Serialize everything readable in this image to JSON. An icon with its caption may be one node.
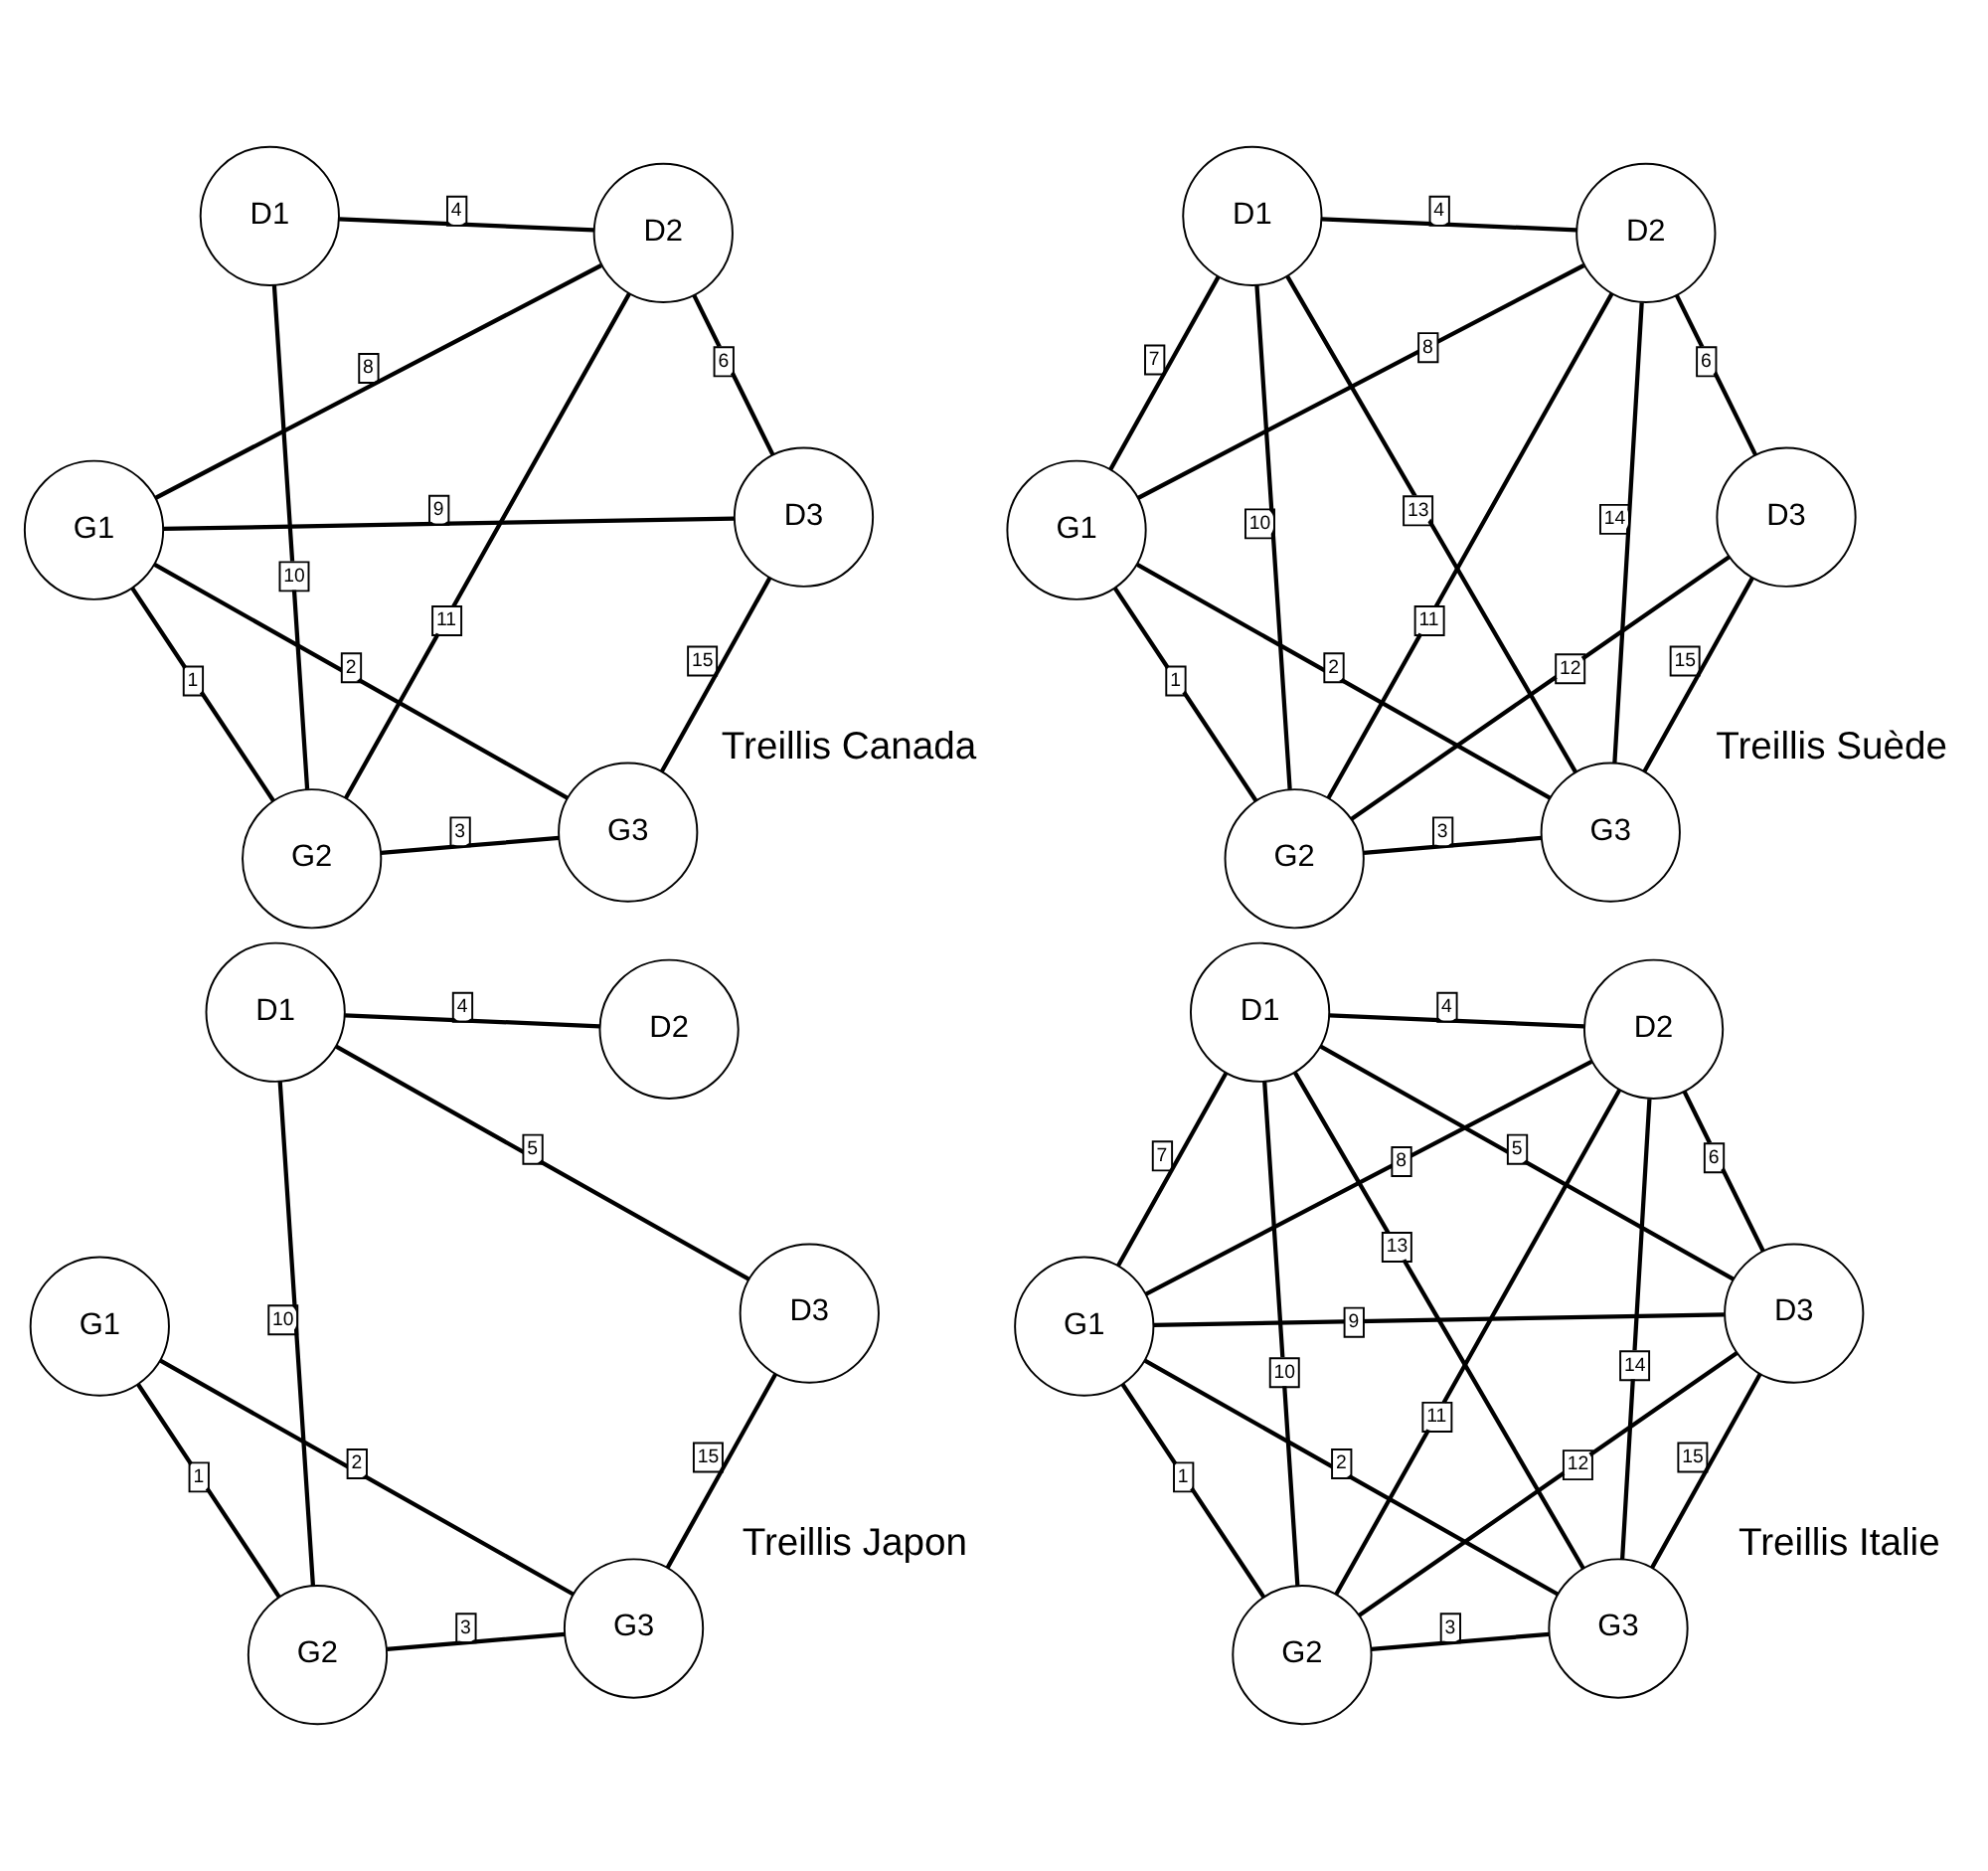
{
  "diagram": {
    "nodes": [
      {
        "text": [
          "G1"
        ]
      },
      {
        "text": [
          "D1"
        ]
      },
      {
        "text": [
          "G2"
        ]
      },
      {
        "text": [
          "D2"
        ]
      },
      {
        "text": [
          "G3"
        ]
      },
      {
        "text": [
          "D3"
        ]
      },
      {
        "text": [
          "G1"
        ]
      },
      {
        "text": [
          "D1"
        ]
      },
      {
        "text": [
          "G2"
        ]
      },
      {
        "text": [
          "D2"
        ]
      },
      {
        "text": [
          "G3"
        ]
      },
      {
        "text": [
          "D3"
        ]
      },
      {
        "text": [
          "G1"
        ]
      },
      {
        "text": [
          "D1"
        ]
      },
      {
        "text": [
          "G2"
        ]
      },
      {
        "text": [
          "D2"
        ]
      },
      {
        "text": [
          "G3"
        ]
      },
      {
        "text": [
          "D3"
        ]
      },
      {
        "text": [
          "G1"
        ]
      },
      {
        "text": [
          "D1"
        ]
      },
      {
        "text": [
          "G2"
        ]
      },
      {
        "text": [
          "D2"
        ]
      },
      {
        "text": [
          "G3"
        ]
      },
      {
        "text": [
          "D3"
        ]
      }
    ],
    "edges": [
      {
        "from": 0,
        "to": 2,
        "arrow": "none",
        "label": "1"
      },
      {
        "from": 0,
        "to": 4,
        "arrow": "none",
        "label": "2"
      },
      {
        "from": 2,
        "to": 4,
        "arrow": "none",
        "label": "3"
      },
      {
        "from": 1,
        "to": 3,
        "arrow": "none",
        "label": "4"
      },
      {
        "from": 1,
        "to": 5,
        "arrow": "none",
        "label": "5"
      },
      {
        "from": 3,
        "to": 5,
        "arrow": "none",
        "label": "6"
      },
      {
        "from": 0,
        "to": 1,
        "arrow": "none",
        "label": "7"
      },
      {
        "from": 0,
        "to": 3,
        "arrow": "none",
        "label": "8"
      },
      {
        "from": 0,
        "to": 5,
        "arrow": "none",
        "label": "9"
      },
      {
        "from": 2,
        "to": 1,
        "arrow": "none",
        "label": "10"
      },
      {
        "from": 2,
        "to": 3,
        "arrow": "none",
        "label": "11"
      },
      {
        "from": 2,
        "to": 5,
        "arrow": "none",
        "label": "12"
      },
      {
        "from": 4,
        "to": 1,
        "arrow": "none",
        "label": "13"
      },
      {
        "from": 4,
        "to": 3,
        "arrow": "none",
        "label": "14"
      },
      {
        "from": 4,
        "to": 5,
        "arrow": "none",
        "label": "15"
      },
      {
        "from": 6,
        "to": 8,
        "arrow": "none",
        "label": "1"
      },
      {
        "from": 6,
        "to": 10,
        "arrow": "none",
        "label": "2"
      },
      {
        "from": 8,
        "to": 10,
        "arrow": "none",
        "label": "3"
      },
      {
        "from": 7,
        "to": 9,
        "arrow": "none",
        "label": "4"
      },
      {
        "from": 9,
        "to": 11,
        "arrow": "none",
        "label": "6"
      },
      {
        "from": 6,
        "to": 7,
        "arrow": "none",
        "label": "7"
      },
      {
        "from": 6,
        "to": 9,
        "arrow": "none",
        "label": "8"
      },
      {
        "from": 8,
        "to": 7,
        "arrow": "none",
        "label": "10"
      },
      {
        "from": 8,
        "to": 9,
        "arrow": "none",
        "label": "11"
      },
      {
        "from": 8,
        "to": 11,
        "arrow": "none",
        "label": "12"
      },
      {
        "from": 10,
        "to": 7,
        "arrow": "none",
        "label": "13"
      },
      {
        "from": 10,
        "to": 9,
        "arrow": "none",
        "label": "14"
      },
      {
        "from": 10,
        "to": 11,
        "arrow": "none",
        "label": "15"
      },
      {
        "from": 12,
        "to": 14,
        "arrow": "none",
        "label": "1"
      },
      {
        "from": 12,
        "to": 16,
        "arrow": "none",
        "label": "2"
      },
      {
        "from": 14,
        "to": 16,
        "arrow": "none",
        "label": "3"
      },
      {
        "from": 13,
        "to": 15,
        "arrow": "none",
        "label": "4"
      },
      {
        "from": 15,
        "to": 17,
        "arrow": "none",
        "label": "6"
      },
      {
        "from": 12,
        "to": 15,
        "arrow": "none",
        "label": "8"
      },
      {
        "from": 12,
        "to": 17,
        "arrow": "none",
        "label": "9"
      },
      {
        "from": 14,
        "to": 13,
        "arrow": "none",
        "label": "10"
      },
      {
        "from": 14,
        "to": 15,
        "arrow": "none",
        "label": "11"
      },
      {
        "from": 16,
        "to": 17,
        "arrow": "none",
        "label": "15"
      },
      {
        "from": 18,
        "to": 20,
        "arrow": "none",
        "label": "1"
      },
      {
        "from": 18,
        "to": 22,
        "arrow": "none",
        "label": "2"
      },
      {
        "from": 20,
        "to": 22,
        "arrow": "none",
        "label": "3"
      },
      {
        "from": 19,
        "to": 21,
        "arrow": "none",
        "label": "4"
      },
      {
        "from": 19,
        "to": 23,
        "arrow": "none",
        "label": "5"
      },
      {
        "from": 20,
        "to": 19,
        "arrow": "none",
        "label": "10"
      },
      {
        "from": 22,
        "to": 23,
        "arrow": "none",
        "label": "15"
      }
    ],
    "labels": [
      "Treillis Italie",
      "Treillis Suède",
      "Treillis Canada",
      "Treillis Japon"
    ]
  }
}
